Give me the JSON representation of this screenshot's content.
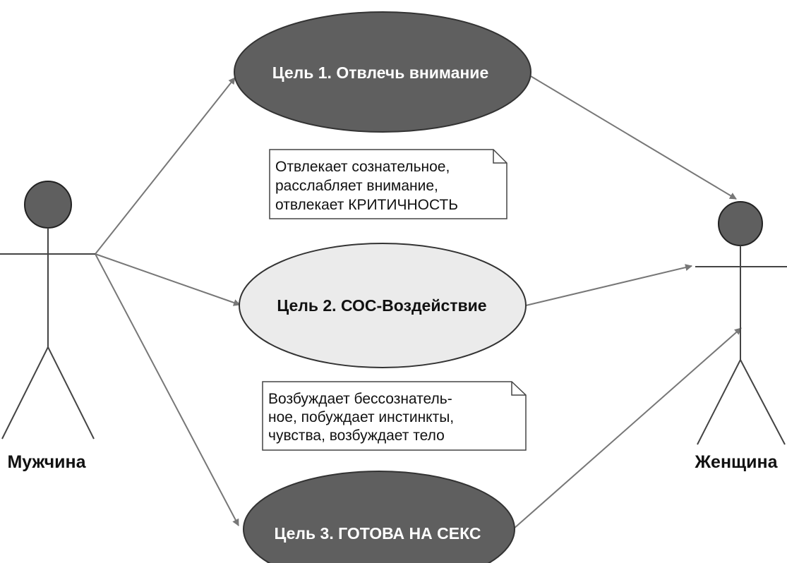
{
  "actors": {
    "man": {
      "label": "Мужчина"
    },
    "woman": {
      "label": "Женщина"
    }
  },
  "goals": {
    "goal1": {
      "label": "Цель 1. Отвлечь внимание"
    },
    "goal2": {
      "label": "Цель 2. СОС-Воздействие"
    },
    "goal3": {
      "label": "Цель 3. ГОТОВА НА СЕКС"
    }
  },
  "notes": {
    "note1": {
      "lines": [
        "Отвлекает сознательное,",
        "расслабляет внимание,",
        "отвлекает КРИТИЧНОСТЬ"
      ]
    },
    "note2": {
      "lines": [
        "Возбуждает бессознатель-",
        "ное, побуждает инстинкты,",
        "чувства, возбуждает тело"
      ]
    }
  },
  "colors": {
    "dark_fill": "#5f5f5f",
    "light_fill": "#ebebeb",
    "line": "#777777",
    "outline": "#333333",
    "text_on_dark": "#ffffff",
    "text_on_light": "#111111"
  }
}
